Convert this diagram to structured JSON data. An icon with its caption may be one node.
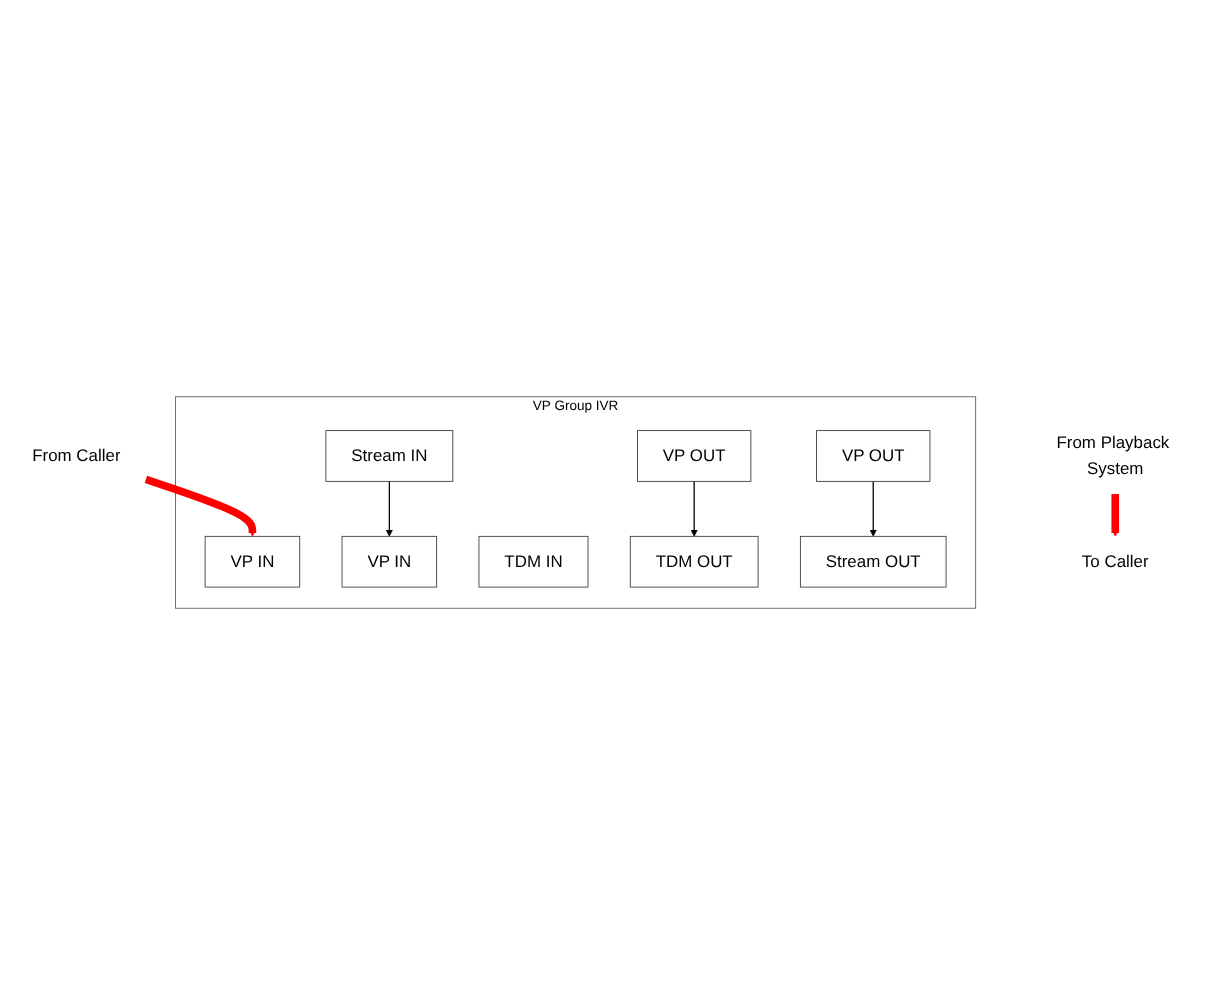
{
  "diagram": {
    "nodes": [
      {
        "text": [
          "VP Group IVR"
        ]
      },
      {
        "text": [
          "VP IN"
        ],
        "in": 0
      },
      {
        "text": [
          "VP OUT"
        ],
        "in": 0
      },
      {
        "text": [
          "VP IN"
        ],
        "in": 0
      },
      {
        "text": [
          "VP OUT"
        ],
        "in": 0
      },
      {
        "text": [
          "TDM IN"
        ],
        "in": 0
      },
      {
        "text": [
          "TDM OUT"
        ],
        "in": 0
      },
      {
        "text": [
          "Stream IN"
        ],
        "in": 0
      },
      {
        "text": [
          "Stream OUT"
        ],
        "in": 0
      },
      {
        "text": [
          "From Caller"
        ]
      },
      {
        "text": [
          "To Caller"
        ]
      },
      {
        "text": [
          "From Playback System"
        ]
      }
    ],
    "edges": [
      {
        "from": 9,
        "to": 1,
        "arrow": "to",
        "style": "thick",
        "color": "#ff0000"
      },
      {
        "from": 2,
        "to": 6,
        "arrow": "to"
      },
      {
        "from": 7,
        "to": 3,
        "arrow": "to"
      },
      {
        "from": 4,
        "to": 8,
        "arrow": "to"
      },
      {
        "from": 11,
        "to": 10,
        "arrow": "to",
        "style": "thick",
        "color": "#ff0000"
      }
    ]
  }
}
